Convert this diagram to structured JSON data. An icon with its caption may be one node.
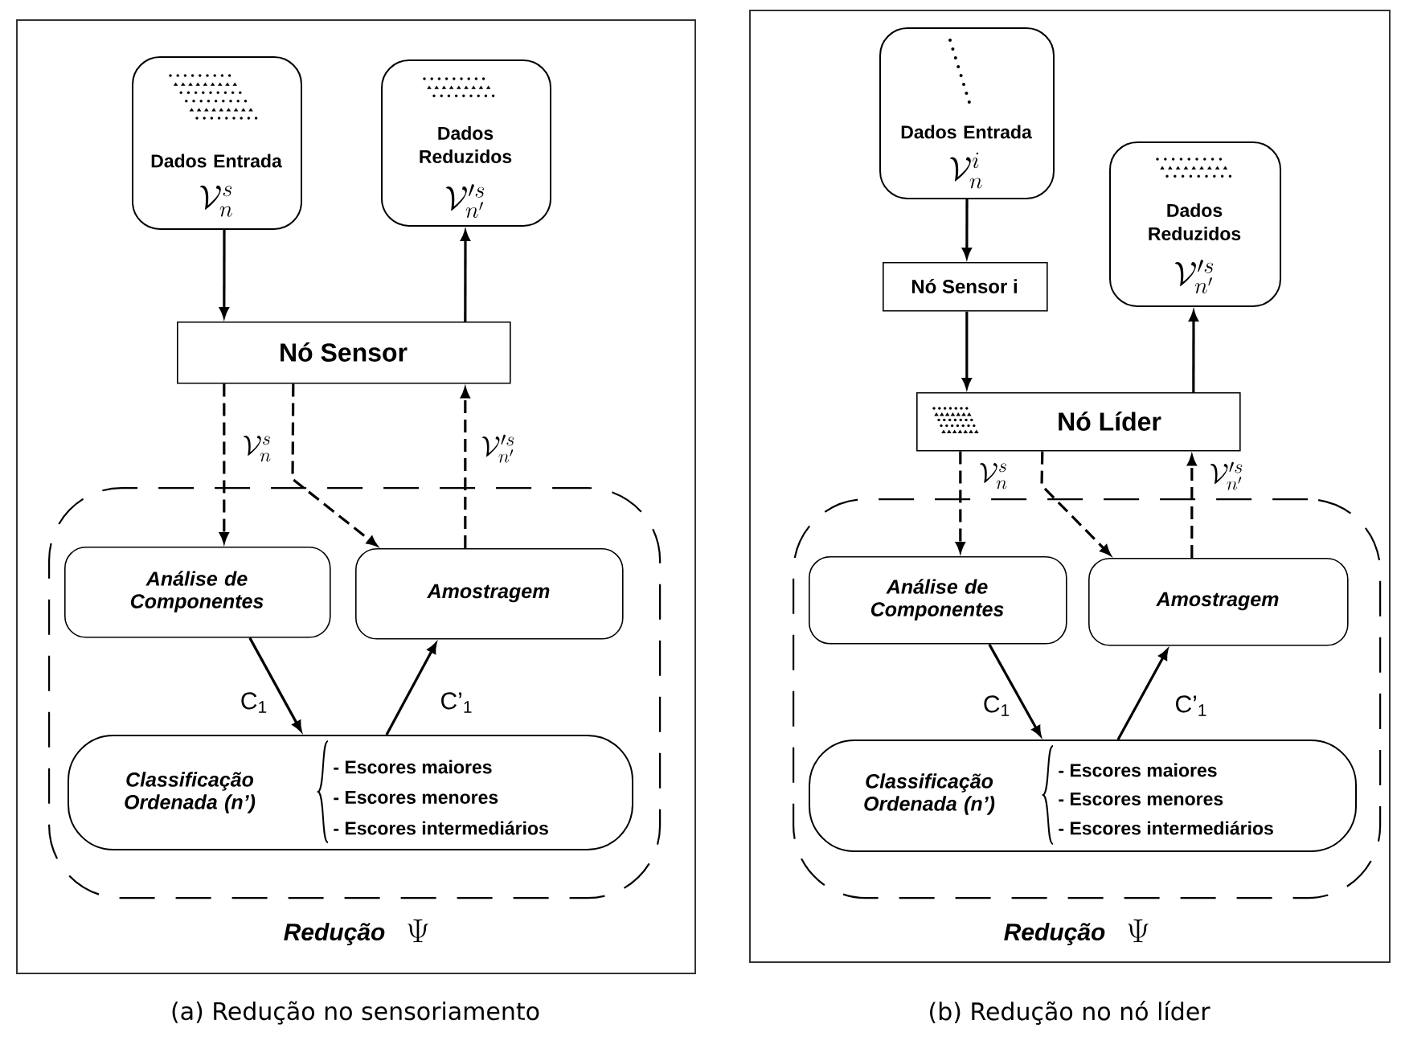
{
  "diagram": {
    "nodes": [
      {
        "text": [
          "(a) Redução no sensoriamento"
        ]
      },
      {
        "text": [
          "Dados Entrada",
          "\\mathcal{V}^{s}_{n}"
        ],
        "in": 0
      },
      {
        "text": [
          "Dados Reduzidos",
          "\\mathcal{V}^{\\prime s}_{n'}"
        ],
        "in": 0
      },
      {
        "text": [
          "Nó Sensor"
        ],
        "in": 0
      },
      {
        "text": [
          "Redução",
          "\\Psi"
        ],
        "in": 0
      },
      {
        "text": [
          "Análise de Componentes"
        ],
        "in": 4
      },
      {
        "text": [
          "Amostragem"
        ],
        "in": 4
      },
      {
        "text": [
          "Classificação Ordenada (n’)",
          "- Escores maiores",
          "- Escores menores",
          "- Escores intermediários"
        ],
        "in": 4
      },
      {
        "text": [
          "(b) Redução no nó líder"
        ]
      },
      {
        "text": [
          "Dados Entrada",
          "\\mathcal{V}^{i}_{n}"
        ],
        "in": 8
      },
      {
        "text": [
          "Dados Reduzidos",
          "\\mathcal{V}^{\\prime s}_{n'}"
        ],
        "in": 8
      },
      {
        "text": [
          "Nó Sensor i"
        ],
        "in": 8
      },
      {
        "text": [
          "Nó Líder"
        ],
        "in": 8
      },
      {
        "text": [
          "Redução",
          "\\Psi"
        ],
        "in": 8
      },
      {
        "text": [
          "Análise de Componentes"
        ],
        "in": 13
      },
      {
        "text": [
          "Amostragem"
        ],
        "in": 13
      },
      {
        "text": [
          "Classificação Ordenada (n’)",
          "- Escores maiores",
          "- Escores menores",
          "- Escores intermediários"
        ],
        "in": 13
      }
    ],
    "edges": [
      {
        "from": 1,
        "to": 3,
        "arrow": "to"
      },
      {
        "from": 3,
        "to": 2,
        "arrow": "to"
      },
      {
        "from": 3,
        "to": 5,
        "arrow": "to",
        "style": "dashed",
        "label": "\\mathcal{V}^{s}_{n}"
      },
      {
        "from": 3,
        "to": 6,
        "arrow": "to",
        "style": "dashed"
      },
      {
        "from": 6,
        "to": 3,
        "arrow": "to",
        "style": "dashed",
        "label": "\\mathcal{V}^{\\prime s}_{n'}"
      },
      {
        "from": 5,
        "to": 7,
        "arrow": "to",
        "label": "C$_{1}$"
      },
      {
        "from": 7,
        "to": 6,
        "arrow": "to",
        "label": "C’$_{1}$"
      },
      {
        "from": 9,
        "to": 11,
        "arrow": "to"
      },
      {
        "from": 11,
        "to": 12,
        "arrow": "to"
      },
      {
        "from": 12,
        "to": 10,
        "arrow": "to"
      },
      {
        "from": 12,
        "to": 14,
        "arrow": "to",
        "style": "dashed",
        "label": "\\mathcal{V}^{s}_{n}"
      },
      {
        "from": 12,
        "to": 15,
        "arrow": "to",
        "style": "dashed"
      },
      {
        "from": 15,
        "to": 12,
        "arrow": "to",
        "style": "dashed",
        "label": "\\mathcal{V}^{\\prime s}_{n'}"
      },
      {
        "from": 14,
        "to": 16,
        "arrow": "to",
        "label": "C$_{1}$"
      },
      {
        "from": 16,
        "to": 15,
        "arrow": "to",
        "label": "C’$_{1}$"
      }
    ]
  }
}
